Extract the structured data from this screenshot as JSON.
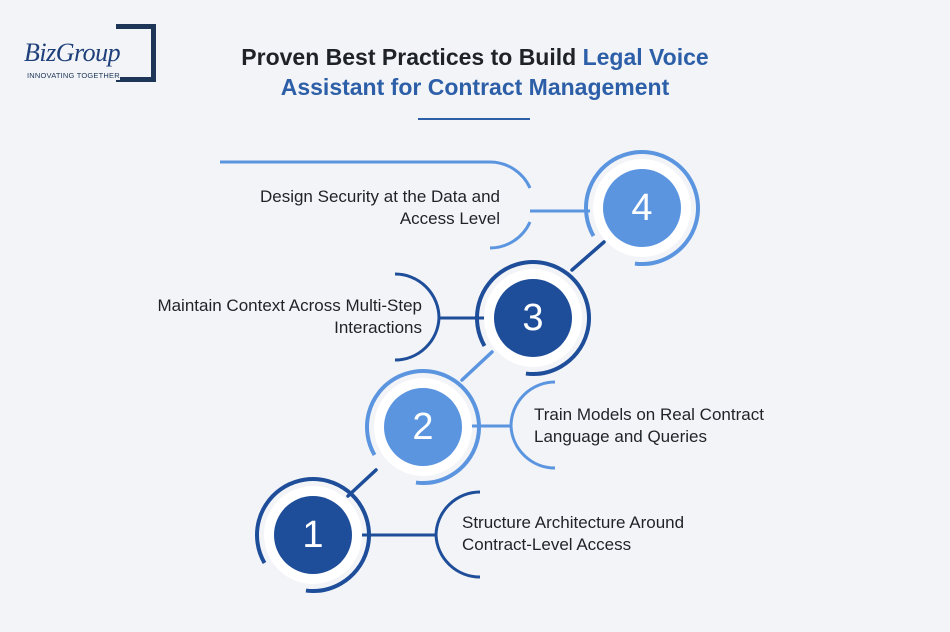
{
  "logo": {
    "name": "BizGroup",
    "tagline": "INNOVATING TOGETHER"
  },
  "title": {
    "part1": "Proven Best Practices to Build ",
    "part2": "Legal Voice",
    "part3": "Assistant for Contract Management"
  },
  "colors": {
    "accent": "#2d5fa8",
    "dark_blue": "#1e4d9a",
    "light_blue": "#5b95e0",
    "text": "#1f2227",
    "background": "#f2f4f7"
  },
  "steps": [
    {
      "number": "1",
      "line1": "Structure Architecture Around",
      "line2": "Contract-Level Access"
    },
    {
      "number": "2",
      "line1": "Train Models on Real Contract",
      "line2": "Language and Queries"
    },
    {
      "number": "3",
      "line1": "Maintain Context Across Multi-Step",
      "line2": "Interactions"
    },
    {
      "number": "4",
      "line1": "Design Security at the Data and",
      "line2": "Access Level"
    }
  ]
}
